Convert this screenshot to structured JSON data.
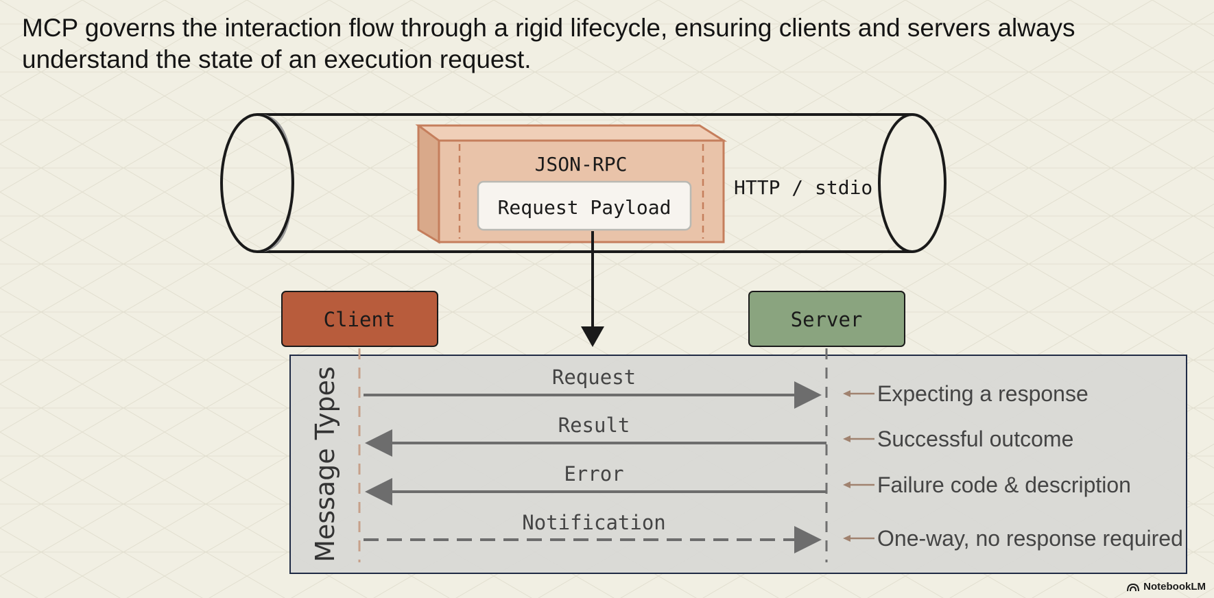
{
  "headline": "MCP governs the interaction flow through a rigid lifecycle, ensuring clients and servers always understand the state of an execution request.",
  "transport": {
    "protocol_label": "JSON-RPC",
    "payload_label": "Request Payload",
    "channel_label": "HTTP / stdio"
  },
  "client_label": "Client",
  "server_label": "Server",
  "panel_title": "Message Types",
  "messages": [
    {
      "label": "Request",
      "description": "Expecting a response"
    },
    {
      "label": "Result",
      "description": "Successful outcome"
    },
    {
      "label": "Error",
      "description": "Failure code & description"
    },
    {
      "label": "Notification",
      "description": "One-way, no response required"
    }
  ],
  "brand": "NotebookLM",
  "colors": {
    "background": "#f1efe3",
    "client": "#b85c3c",
    "server": "#8aa47f",
    "envelope": "#e9c3a9",
    "envelope_border": "#c57e5c",
    "panel": "#d8d8d5",
    "panel_border": "#1f2a44",
    "arrow": "#6d6d6d"
  }
}
